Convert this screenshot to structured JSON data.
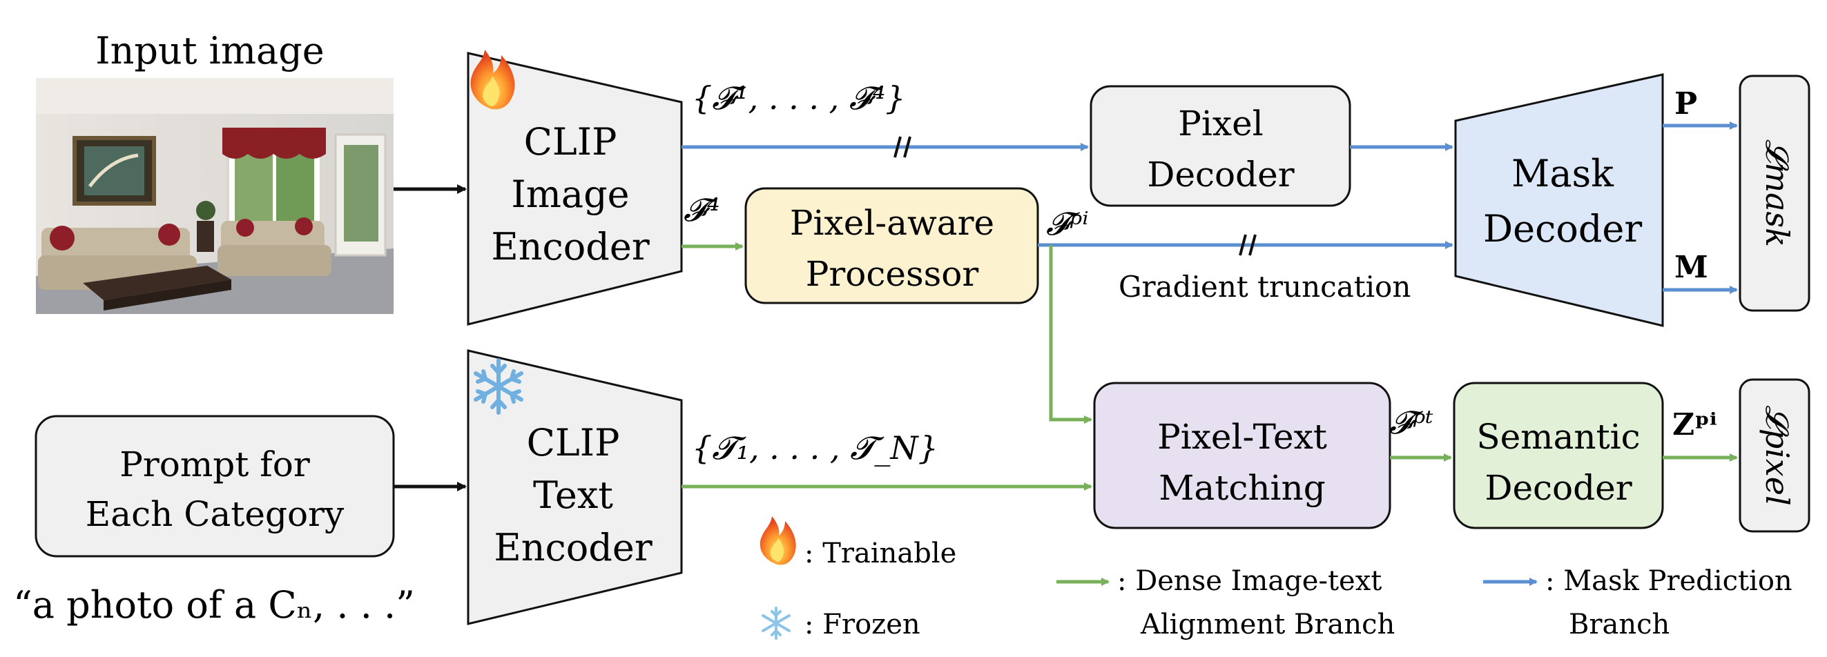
{
  "input": {
    "title": "Input image",
    "prompt_box": [
      "Prompt for",
      "Each Category"
    ],
    "prompt_example": "“a photo of a Cₙ, . . .”"
  },
  "encoders": {
    "image": [
      "CLIP",
      "Image",
      "Encoder"
    ],
    "text": [
      "CLIP",
      "Text",
      "Encoder"
    ]
  },
  "modules": {
    "pixel_decoder": [
      "Pixel",
      "Decoder"
    ],
    "pixel_aware": [
      "Pixel-aware",
      "Processor"
    ],
    "mask_decoder": [
      "Mask",
      "Decoder"
    ],
    "pixel_text": [
      "Pixel-Text",
      "Matching"
    ],
    "semantic_decoder": [
      "Semantic",
      "Decoder"
    ]
  },
  "symbols": {
    "f_set": "{𝓕¹, . . . , 𝓕⁴}",
    "f4": "𝓕⁴",
    "f_pi": "𝓕ᵖⁱ",
    "f_pt": "𝓕ᵖᵗ",
    "t_set": "{𝓣₁, . . . , 𝓣_N}",
    "p": "P",
    "m": "M",
    "z_pi": "Zᵖⁱ",
    "l_mask": "𝓛mask",
    "l_pixel": "𝓛pixel"
  },
  "annotations": {
    "gradient_truncation": "Gradient truncation"
  },
  "legend": {
    "trainable": ": Trainable",
    "frozen": ": Frozen",
    "dense_line1": ": Dense Image-text",
    "dense_line2": "Alignment Branch",
    "mask_line1": ": Mask Prediction",
    "mask_line2": "Branch"
  },
  "colors": {
    "blue_arrow": "#5b8fd1",
    "green_arrow": "#79b05a",
    "black_arrow": "#111111",
    "encoder_fill": "#f0f0f0",
    "pixel_decoder_fill": "#f0f0f0",
    "pixel_aware_fill": "#fdf2cf",
    "mask_decoder_fill": "#dce7f8",
    "pixel_text_fill": "#e6e0f0",
    "semantic_fill": "#e2f0d8",
    "loss_fill": "#f0f0f0"
  },
  "icons": {
    "trainable": "fire-icon",
    "frozen": "snowflake-icon"
  }
}
